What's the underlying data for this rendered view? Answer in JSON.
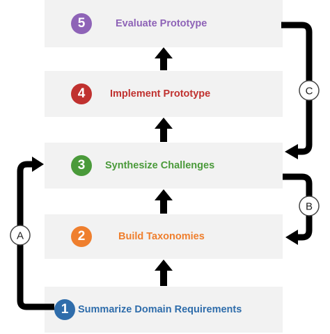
{
  "steps": [
    {
      "number": "5",
      "label": "Evaluate Prototype",
      "color": "#8e63b7"
    },
    {
      "number": "4",
      "label": "Implement Prototype",
      "color": "#c0312f"
    },
    {
      "number": "3",
      "label": "Synthesize Challenges",
      "color": "#4a9a3a"
    },
    {
      "number": "2",
      "label": "Build Taxonomies",
      "color": "#ef7f2e"
    },
    {
      "number": "1",
      "label": "Summarize Domain Requirements",
      "color": "#2f6dab"
    }
  ],
  "loops": {
    "a": "A",
    "b": "B",
    "c": "C"
  },
  "icons": {
    "up_arrow": "up-arrow-icon",
    "loop_arrow": "curved-arrow-icon"
  }
}
